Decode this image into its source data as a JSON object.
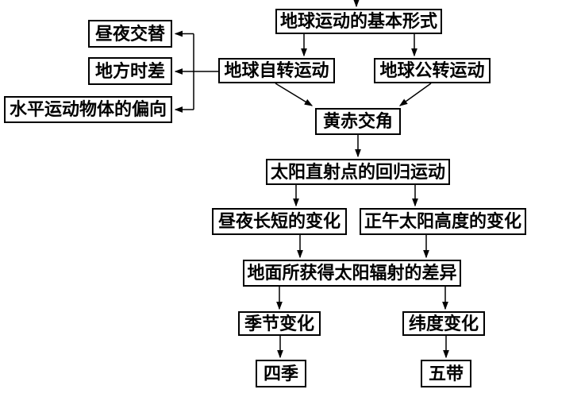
{
  "colors": {
    "ink": "#000000",
    "background": "#ffffff"
  },
  "nodes": {
    "basic_forms": {
      "label": "地球运动的基本形式"
    },
    "day_night_alternation": {
      "label": "昼夜交替"
    },
    "local_time_difference": {
      "label": "地方时差"
    },
    "horizontal_deflection": {
      "label": "水平运动物体的偏向"
    },
    "rotation": {
      "label": "地球自转运动"
    },
    "revolution": {
      "label": "地球公转运动"
    },
    "ecliptic_obliquity": {
      "label": "黄赤交角"
    },
    "subsolar_return_movement": {
      "label": "太阳直射点的回归运动"
    },
    "day_length_change": {
      "label": "昼夜长短的变化"
    },
    "noon_sun_altitude_change": {
      "label": "正午太阳高度的变化"
    },
    "ground_radiation_difference": {
      "label": "地面所获得太阳辐射的差异"
    },
    "seasonal_change": {
      "label": "季节变化"
    },
    "latitude_change": {
      "label": "纬度变化"
    },
    "four_seasons": {
      "label": "四季"
    },
    "five_zones": {
      "label": "五带"
    }
  }
}
